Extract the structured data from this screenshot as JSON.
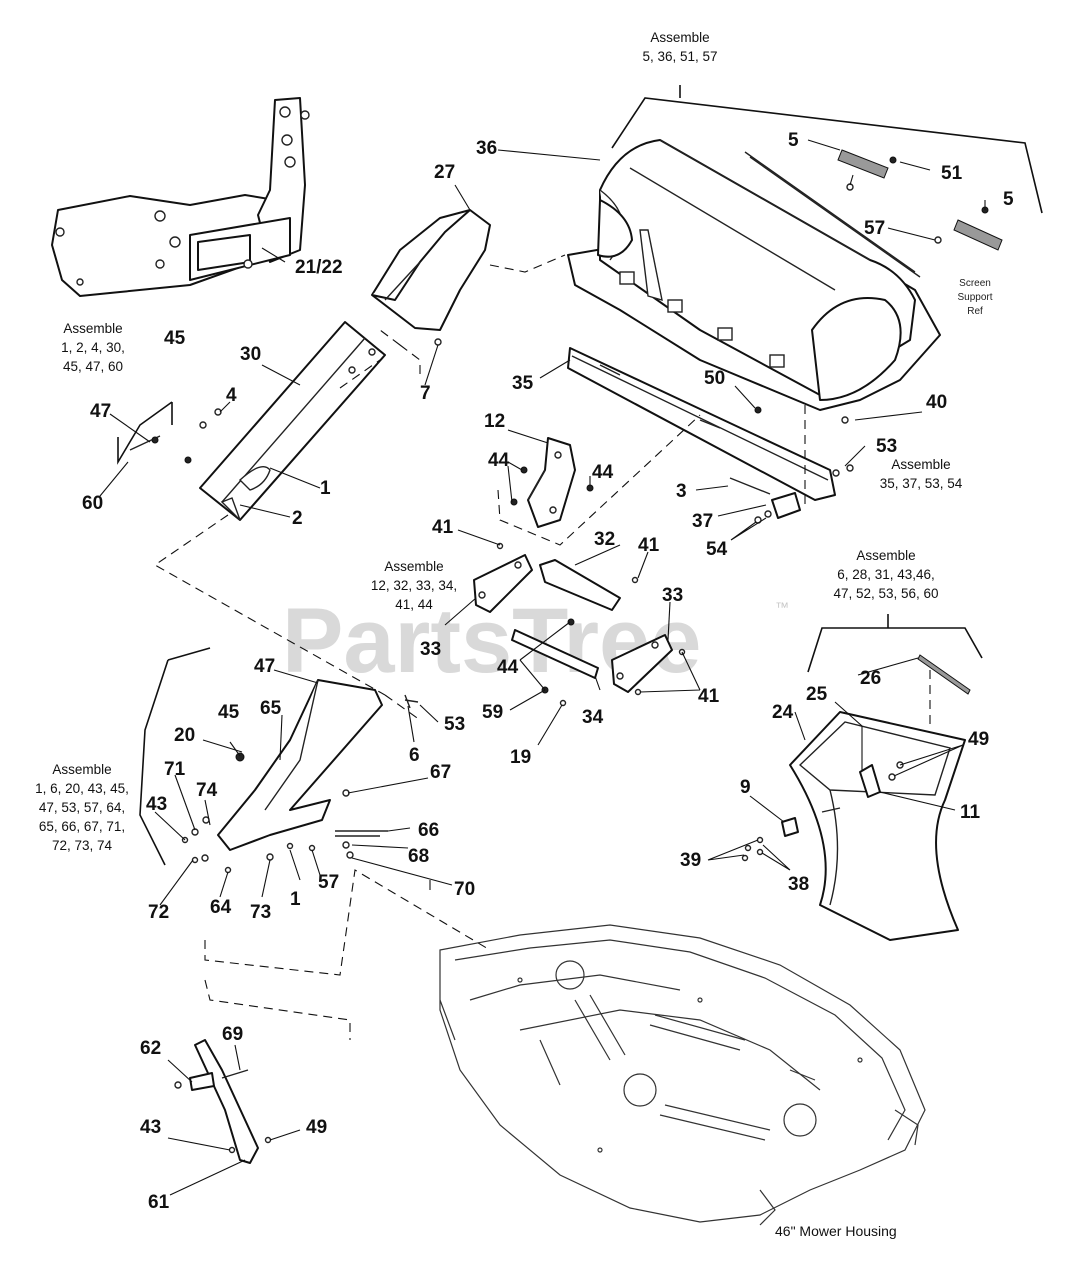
{
  "watermark": {
    "text": "PartsTree",
    "trademark": "™"
  },
  "assemblies": {
    "top": [
      "Assemble",
      "5, 36, 51, 57"
    ],
    "left_chute": [
      "Assemble",
      "1, 2, 4, 30,",
      "45, 47, 60"
    ],
    "rail": [
      "Assemble",
      "35, 37, 53, 54"
    ],
    "bracket": [
      "Assemble",
      "12, 32, 33, 34,",
      "41, 44"
    ],
    "bag": [
      "Assemble",
      "6, 28, 31, 43,46,",
      "47, 52, 53, 56, 60"
    ],
    "lower_chute": [
      "Assemble",
      "1, 6, 20, 43, 45,",
      "47, 53, 57, 64,",
      "65, 66, 67, 71,",
      "72, 73, 74"
    ]
  },
  "screen_note": [
    "Screen",
    "Support",
    "Ref"
  ],
  "caption": "46\" Mower Housing",
  "labels": {
    "l1a": "1",
    "l1b": "1",
    "l2": "2",
    "l3": "3",
    "l4": "4",
    "l5a": "5",
    "l5b": "5",
    "l6": "6",
    "l7": "7",
    "l9": "9",
    "l11": "11",
    "l12": "12",
    "l19": "19",
    "l20": "20",
    "l2122": "21/22",
    "l24": "24",
    "l25": "25",
    "l26": "26",
    "l27": "27",
    "l30": "30",
    "l32": "32",
    "l33a": "33",
    "l33b": "33",
    "l34": "34",
    "l35": "35",
    "l36": "36",
    "l37": "37",
    "l38": "38",
    "l39": "39",
    "l40": "40",
    "l41a": "41",
    "l41b": "41",
    "l41c": "41",
    "l43a": "43",
    "l43b": "43",
    "l44a": "44",
    "l44b": "44",
    "l44c": "44",
    "l45a": "45",
    "l45b": "45",
    "l47a": "47",
    "l47b": "47",
    "l49a": "49",
    "l49b": "49",
    "l50": "50",
    "l51": "51",
    "l53a": "53",
    "l53b": "53",
    "l54": "54",
    "l57a": "57",
    "l57b": "57",
    "l59": "59",
    "l60": "60",
    "l61": "61",
    "l62": "62",
    "l64": "64",
    "l65": "65",
    "l66": "66",
    "l67": "67",
    "l68": "68",
    "l69": "69",
    "l70": "70",
    "l71": "71",
    "l72": "72",
    "l73": "73",
    "l74": "74"
  }
}
